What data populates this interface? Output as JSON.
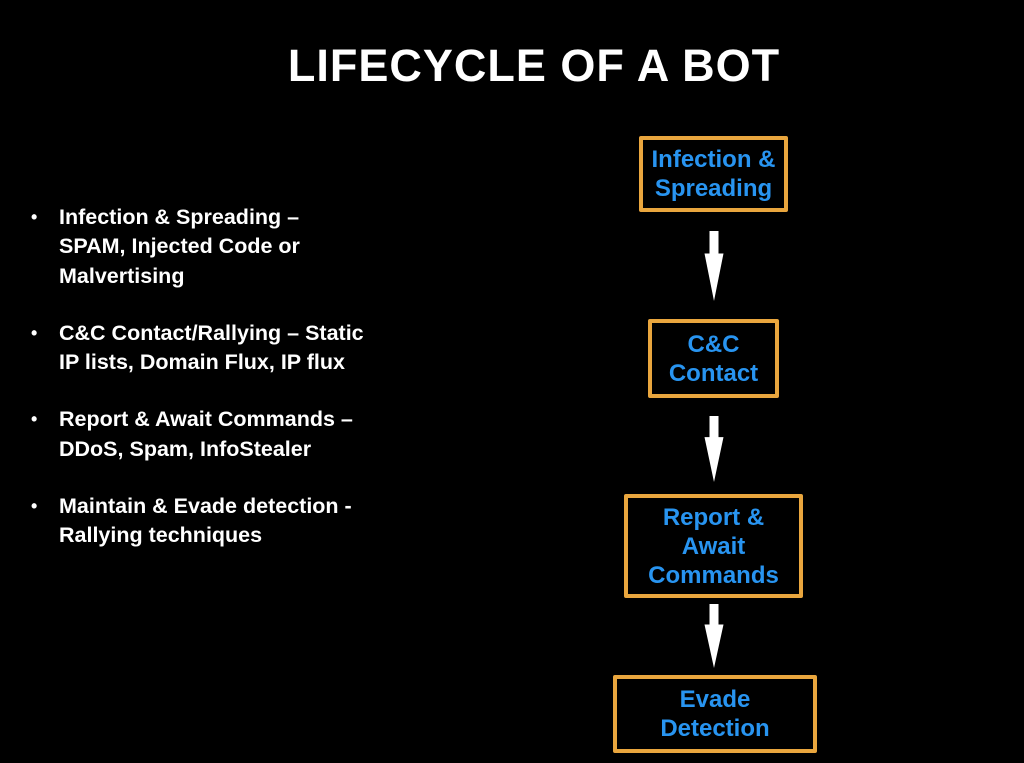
{
  "colors": {
    "background": "#000000",
    "title_text": "#FFFFFF",
    "bullet_text": "#FFFFFF"
  },
  "slide": {
    "title": "LIFECYCLE OF A BOT"
  },
  "bullets": {
    "marker": "•",
    "items": [
      {
        "lines": [
          "Infection & Spreading –",
          "SPAM, Injected Code or",
          "Malvertising"
        ]
      },
      {
        "lines": [
          "C&C Contact/Rallying – Static",
          "IP lists, Domain Flux, IP flux"
        ]
      },
      {
        "lines": [
          "Report & Await Commands –",
          "DDoS, Spam, InfoStealer"
        ]
      },
      {
        "lines": [
          "Maintain & Evade detection -",
          "Rallying techniques"
        ]
      }
    ]
  },
  "flowchart": {
    "border_color": "#E9A63E",
    "text_color": "#2894F0",
    "arrow_color": "#FFFFFF",
    "boxes": [
      {
        "lines": [
          "Infection &",
          "Spreading"
        ]
      },
      {
        "lines": [
          "C&C",
          "Contact"
        ]
      },
      {
        "lines": [
          "Report &",
          "Await",
          "Commands"
        ]
      },
      {
        "lines": [
          "Evade",
          "Detection"
        ]
      }
    ]
  }
}
